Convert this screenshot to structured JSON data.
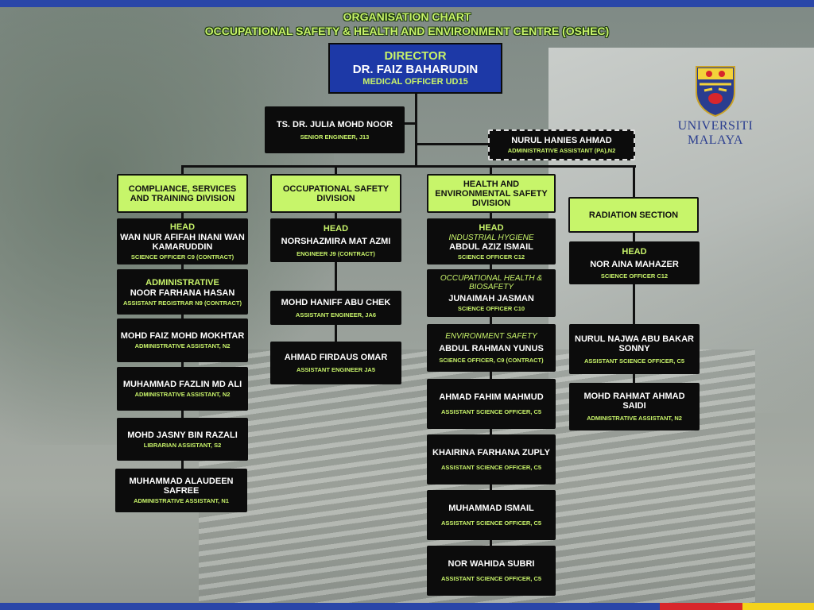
{
  "header": {
    "title": "ORGANISATION CHART",
    "subtitle": "OCCUPATIONAL SAFETY & HEALTH AND ENVIRONMENT CENTRE  (OSHEC)"
  },
  "logo": {
    "line1": "UNIVERSITI",
    "line2": "MALAYA"
  },
  "director": {
    "role": "DIRECTOR",
    "name": "DR. FAIZ BAHARUDIN",
    "title": "MEDICAL OFFICER UD15"
  },
  "senior_engineer": {
    "name": "TS. DR. JULIA MOHD NOOR",
    "title": "SENIOR ENGINEER, J13"
  },
  "admin_pa": {
    "name": "NURUL HANIES AHMAD",
    "title": "ADMINISTRATIVE ASSISTANT (PA),N2"
  },
  "divisions": {
    "compliance": {
      "label": "COMPLIANCE, SERVICES AND TRAINING DIVISION",
      "head": {
        "role": "HEAD",
        "name": "WAN NUR AFIFAH INANI WAN KAMARUDDIN",
        "title": "SCIENCE OFFICER C9 (CONTRACT)"
      },
      "admin": {
        "role": "ADMINISTRATIVE",
        "name": "NOOR FARHANA HASAN",
        "title": "ASSISTANT REGISTRAR N9 (CONTRACT)"
      },
      "members": [
        {
          "name": "MOHD FAIZ MOHD MOKHTAR",
          "title": "ADMINISTRATIVE ASSISTANT, N2"
        },
        {
          "name": "MUHAMMAD FAZLIN MD ALI",
          "title": "ADMINISTRATIVE ASSISTANT, N2"
        },
        {
          "name": "MOHD JASNY BIN RAZALI",
          "title": "LIBRARIAN ASSISTANT, S2"
        },
        {
          "name": "MUHAMMAD ALAUDEEN SAFREE",
          "title": "ADMINISTRATIVE ASSISTANT, N1"
        }
      ]
    },
    "ohs": {
      "label": "OCCUPATIONAL SAFETY DIVISION",
      "head": {
        "role": "HEAD",
        "name": "NORSHAZMIRA MAT AZMI",
        "title": "ENGINEER J9 (CONTRACT)"
      },
      "members": [
        {
          "name": "MOHD HANIFF ABU CHEK",
          "title": "ASSISTANT ENGINEER, JA6"
        },
        {
          "name": "AHMAD FIRDAUS OMAR",
          "title": "ASSISTANT ENGINEER JA5"
        }
      ]
    },
    "hes": {
      "label": "HEALTH AND ENVIRONMENTAL SAFETY DIVISION",
      "head": {
        "role": "HEAD",
        "unit": "INDUSTRIAL HYGIENE",
        "name": "ABDUL AZIZ ISMAIL",
        "title": "SCIENCE OFFICER C12"
      },
      "unit2": {
        "unit": "OCCUPATIONAL HEALTH & BIOSAFETY",
        "name": "JUNAIMAH JASMAN",
        "title": "SCIENCE OFFICER C10"
      },
      "unit3": {
        "unit": "ENVIRONMENT SAFETY",
        "name": "ABDUL RAHMAN YUNUS",
        "title": "SCIENCE OFFICER, C9 (CONTRACT)"
      },
      "members": [
        {
          "name": "AHMAD FAHIM MAHMUD",
          "title": "ASSISTANT SCIENCE OFFICER, C5"
        },
        {
          "name": "KHAIRINA FARHANA ZUPLY",
          "title": "ASSISTANT SCIENCE OFFICER, C5"
        },
        {
          "name": "MUHAMMAD ISMAIL",
          "title": "ASSISTANT SCIENCE OFFICER, C5"
        },
        {
          "name": "NOR WAHIDA SUBRI",
          "title": "ASSISTANT SCIENCE OFFICER, C5"
        }
      ]
    },
    "radiation": {
      "label": "RADIATION SECTION",
      "head": {
        "role": "HEAD",
        "name": "NOR AINA MAHAZER",
        "title": "SCIENCE OFFICER C12"
      },
      "members": [
        {
          "name": "NURUL NAJWA ABU BAKAR SONNY",
          "title": "ASSISTANT SCIENCE OFFICER, C5"
        },
        {
          "name": "MOHD RAHMAT AHMAD SAIDI",
          "title": "ADMINISTRATIVE ASSISTANT, N2"
        }
      ]
    }
  },
  "colors": {
    "accent_green": "#c8f36a",
    "director_blue": "#1d39a7",
    "box_black": "#0c0c0c",
    "stripe_blue": "#2a46a8",
    "stripe_red": "#d8262b",
    "stripe_yellow": "#f5d21a"
  }
}
